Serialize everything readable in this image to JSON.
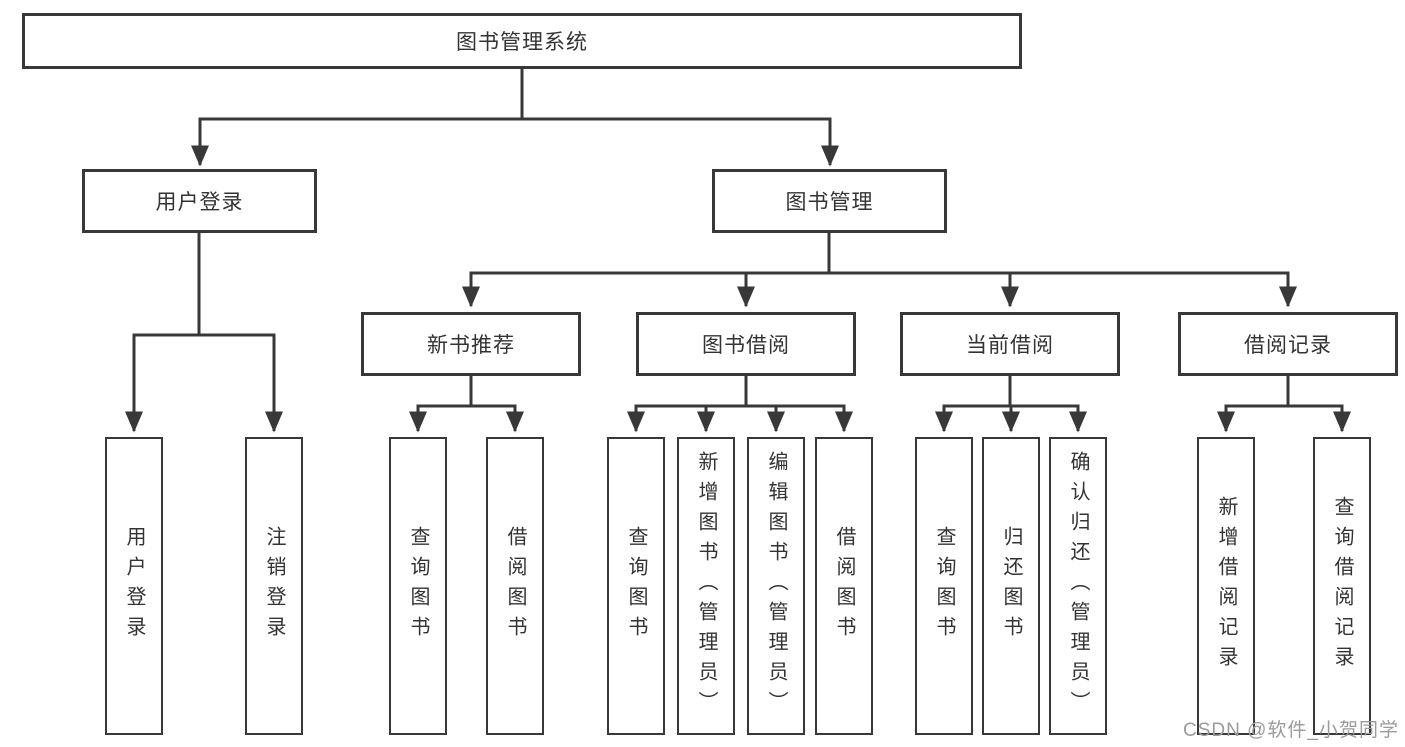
{
  "diagram": {
    "type": "tree",
    "root": {
      "label": "图书管理系统",
      "children": [
        {
          "label": "用户登录",
          "children": [
            {
              "label": "用户登录"
            },
            {
              "label": "注销登录"
            }
          ]
        },
        {
          "label": "图书管理",
          "children": [
            {
              "label": "新书推荐",
              "children": [
                {
                  "label": "查询图书"
                },
                {
                  "label": "借阅图书"
                }
              ]
            },
            {
              "label": "图书借阅",
              "children": [
                {
                  "label": "查询图书"
                },
                {
                  "label": "新增图书（管理员）"
                },
                {
                  "label": "编辑图书（管理员）"
                },
                {
                  "label": "借阅图书"
                }
              ]
            },
            {
              "label": "当前借阅",
              "children": [
                {
                  "label": "查询图书"
                },
                {
                  "label": "归还图书"
                },
                {
                  "label": "确认归还（管理员）"
                }
              ]
            },
            {
              "label": "借阅记录",
              "children": [
                {
                  "label": "新增借阅记录"
                },
                {
                  "label": "查询借阅记录"
                }
              ]
            }
          ]
        }
      ]
    }
  },
  "colors": {
    "line": "#383838",
    "text": "#333333",
    "box_background": "#ffffff",
    "watermark": "#9b9b9b"
  },
  "watermark": {
    "text": "CSDN @软件_小贺同学"
  }
}
